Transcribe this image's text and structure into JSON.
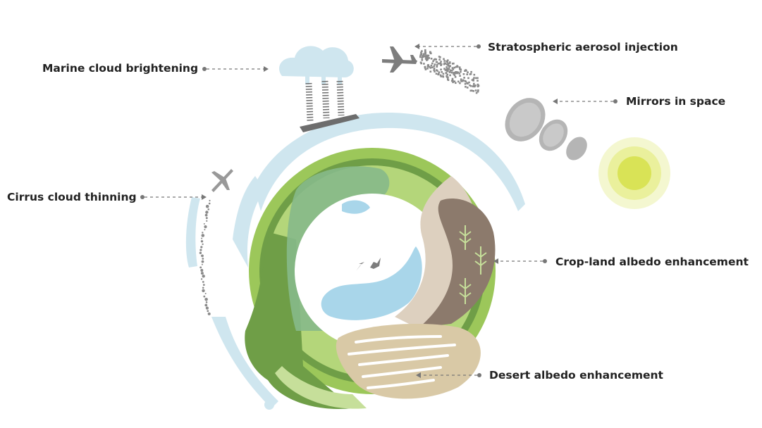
{
  "labels": {
    "marine": "Marine cloud brightening",
    "stratospheric": "Stratospheric aerosol injection",
    "mirrors": "Mirrors in space",
    "cirrus": "Cirrus cloud thinning",
    "cropland": "Crop-land albedo enhancement",
    "desert": "Desert albedo enhancement"
  },
  "colors": {
    "atmosphere": "#cfe6ef",
    "dark_green": "#6f9e47",
    "mid_green": "#9cc75a",
    "light_green": "#c6df9a",
    "water": "#a9d6ea",
    "cropland": "#8c7a6c",
    "desert": "#d9c9a6",
    "icons": "#7d7d7d",
    "sun": "#d9e356"
  }
}
